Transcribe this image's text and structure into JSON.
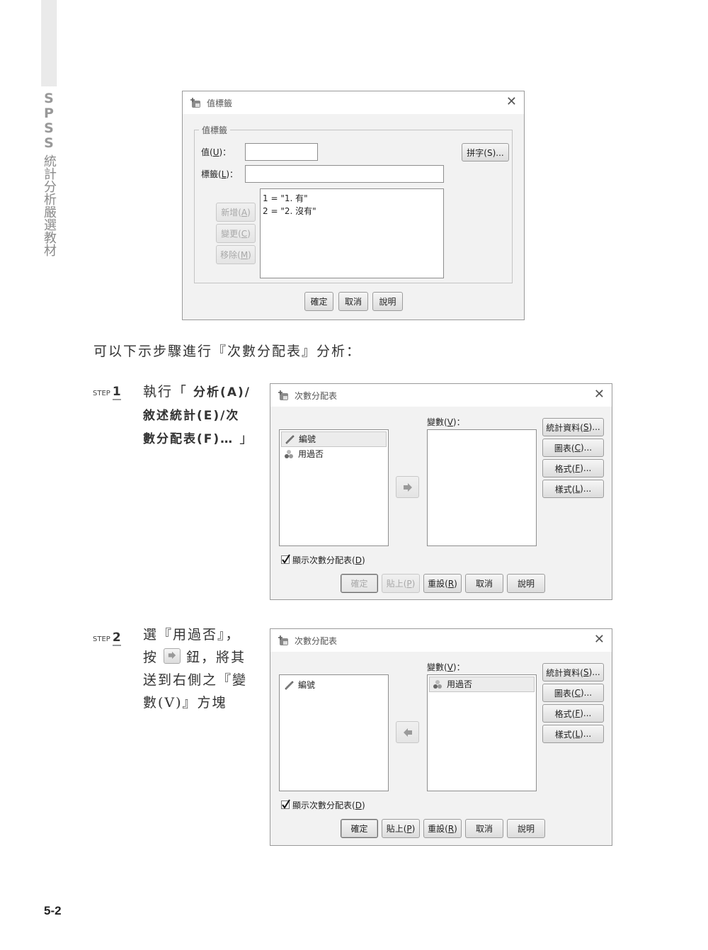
{
  "sidebar": {
    "title_en": "SPSS",
    "title_zh": "統計分析嚴選教材"
  },
  "value_labels_dialog": {
    "title": "值標籤",
    "close_glyph": "✕",
    "group_legend": "值標籤",
    "value_label": "值(",
    "value_mnemonic": "U",
    "value_suffix": ")：",
    "value_input": "",
    "label_label": "標籤(",
    "label_mnemonic": "L",
    "label_suffix": ")：",
    "label_input": "",
    "spelling_button": "拼字(S)...",
    "list_items": [
      "1 = \"1. 有\"",
      "2 = \"2. 沒有\""
    ],
    "add_button": {
      "text": "新增(",
      "mnemonic": "A",
      "suffix": ")"
    },
    "change_button": {
      "text": "變更(",
      "mnemonic": "C",
      "suffix": ")"
    },
    "remove_button": {
      "text": "移除(",
      "mnemonic": "M",
      "suffix": ")"
    },
    "ok_button": "確定",
    "cancel_button": "取消",
    "help_button": "說明"
  },
  "intro_text": "可以下示步驟進行『次數分配表』分析：",
  "steps": [
    {
      "tag": "STEP",
      "number": "1",
      "lines": [
        "執行「分析(A)/",
        "敘述統計(E)/次",
        "數分配表(F)…」"
      ],
      "dialog": {
        "title": "次數分配表",
        "close_glyph": "✕",
        "variables_label": "變數(",
        "variables_mnemonic": "V",
        "variables_suffix": ")：",
        "source_list": [
          {
            "name": "編號",
            "icon": "ruler-scale-icon",
            "selected": true
          },
          {
            "name": "用過否",
            "icon": "nominal-balls-icon",
            "selected": false
          }
        ],
        "target_list": [],
        "move_button_direction": "right",
        "side_buttons": [
          {
            "text": "統計資料(",
            "mnemonic": "S",
            "suffix": ")..."
          },
          {
            "text": "圖表(",
            "mnemonic": "C",
            "suffix": ")..."
          },
          {
            "text": "格式(",
            "mnemonic": "F",
            "suffix": ")..."
          },
          {
            "text": "樣式(",
            "mnemonic": "L",
            "suffix": ")..."
          }
        ],
        "checkbox": {
          "text": "顯示次數分配表(",
          "mnemonic": "D",
          "suffix": ")",
          "checked": true
        },
        "bottom_buttons": [
          {
            "text": "確定",
            "mnemonic": "",
            "suffix": "",
            "disabled": true
          },
          {
            "text": "貼上(",
            "mnemonic": "P",
            "suffix": ")",
            "disabled": true
          },
          {
            "text": "重設(",
            "mnemonic": "R",
            "suffix": ")",
            "disabled": false
          },
          {
            "text": "取消",
            "mnemonic": "",
            "suffix": "",
            "disabled": false
          },
          {
            "text": "說明",
            "mnemonic": "",
            "suffix": "",
            "disabled": false
          }
        ]
      }
    },
    {
      "tag": "STEP",
      "number": "2",
      "lines": [
        "選『用過否』，",
        "按",
        "鈕，將其",
        "送到右側之『變",
        "數(V)』方塊"
      ],
      "dialog": {
        "title": "次數分配表",
        "close_glyph": "✕",
        "variables_label": "變數(",
        "variables_mnemonic": "V",
        "variables_suffix": ")：",
        "source_list": [
          {
            "name": "編號",
            "icon": "ruler-scale-icon",
            "selected": false
          }
        ],
        "target_list": [
          {
            "name": "用過否",
            "icon": "nominal-balls-icon",
            "selected": true
          }
        ],
        "move_button_direction": "left",
        "side_buttons": [
          {
            "text": "統計資料(",
            "mnemonic": "S",
            "suffix": ")..."
          },
          {
            "text": "圖表(",
            "mnemonic": "C",
            "suffix": ")..."
          },
          {
            "text": "格式(",
            "mnemonic": "F",
            "suffix": ")..."
          },
          {
            "text": "樣式(",
            "mnemonic": "L",
            "suffix": ")..."
          }
        ],
        "checkbox": {
          "text": "顯示次數分配表(",
          "mnemonic": "D",
          "suffix": ")",
          "checked": true
        },
        "bottom_buttons": [
          {
            "text": "確定",
            "mnemonic": "",
            "suffix": "",
            "disabled": false
          },
          {
            "text": "貼上(",
            "mnemonic": "P",
            "suffix": ")",
            "disabled": false
          },
          {
            "text": "重設(",
            "mnemonic": "R",
            "suffix": ")",
            "disabled": false
          },
          {
            "text": "取消",
            "mnemonic": "",
            "suffix": "",
            "disabled": false
          },
          {
            "text": "說明",
            "mnemonic": "",
            "suffix": "",
            "disabled": false
          }
        ]
      }
    }
  ],
  "page_number": "5-2"
}
